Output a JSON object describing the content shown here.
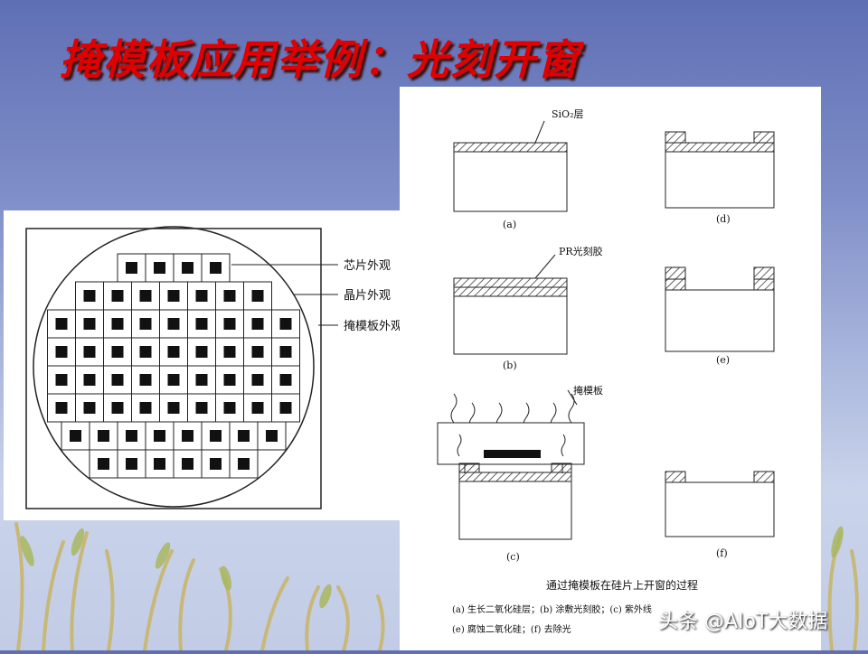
{
  "slide": {
    "title": "掩模板应用举例：光刻开窗"
  },
  "wafer_figure": {
    "labels": {
      "chip": "芯片外观",
      "wafer": "晶片外观",
      "mask": "掩模板外观"
    },
    "grid_row_counts": [
      4,
      7,
      9,
      9,
      9,
      9,
      8,
      6
    ]
  },
  "process_figure": {
    "labels": {
      "sio2_layer": "SiO₂层",
      "pr_resist": "PR光刻胶",
      "mask_plate": "掩模板"
    },
    "step_letters": [
      "(a)",
      "(b)",
      "(c)",
      "(d)",
      "(e)",
      "(f)"
    ],
    "caption_title": "通过掩模板在硅片上开窗的过程",
    "caption_line1": "(a) 生长二氧化硅层；(b) 涂敷光刻胶；(c) 紫外线",
    "caption_line2": "(e) 腐蚀二氧化硅；(f) 去除光"
  },
  "watermark": "头条 @AIoT大数据",
  "colors": {
    "title_red": "#e00000",
    "background_blue": "#7f8ec8"
  }
}
